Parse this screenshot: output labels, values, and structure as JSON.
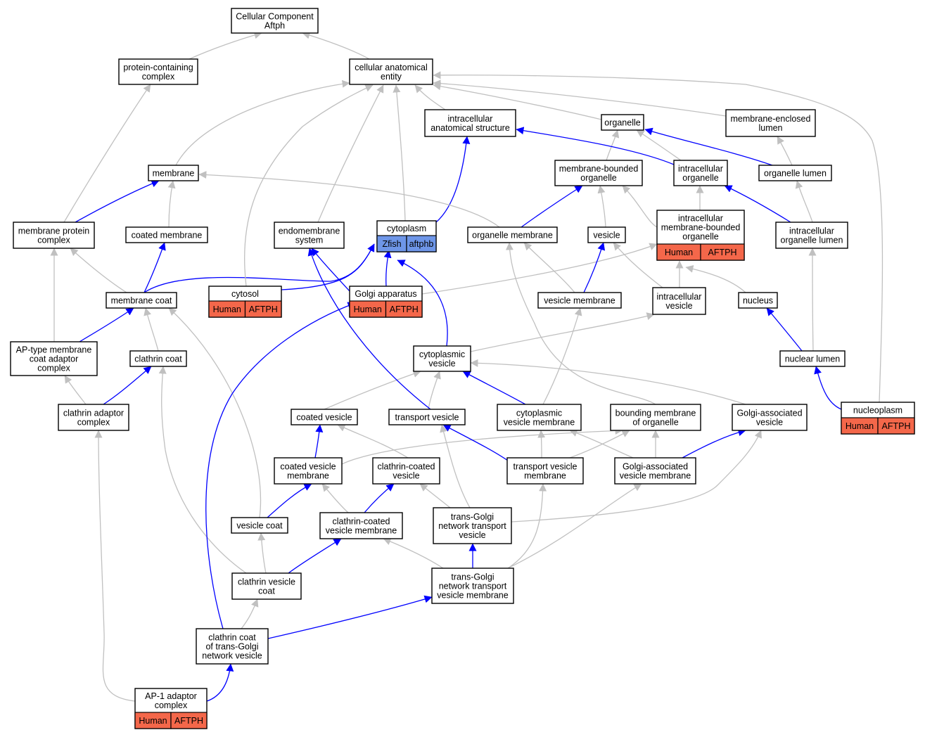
{
  "colors": {
    "is_a_edge": "#c0c0c0",
    "part_of_edge": "#0000ff",
    "human_cell": "#f4674a",
    "zfish_cell": "#6e96e8"
  },
  "nodes": {
    "cc": {
      "lines": [
        "Cellular Component",
        "Aftph"
      ]
    },
    "pcc": {
      "lines": [
        "protein-containing",
        "complex"
      ]
    },
    "cae": {
      "lines": [
        "cellular anatomical",
        "entity"
      ]
    },
    "ias": {
      "lines": [
        "intracellular",
        "anatomical structure"
      ]
    },
    "org": {
      "lines": [
        "organelle"
      ]
    },
    "mel": {
      "lines": [
        "membrane-enclosed",
        "lumen"
      ]
    },
    "mem": {
      "lines": [
        "membrane"
      ]
    },
    "mbo": {
      "lines": [
        "membrane-bounded",
        "organelle"
      ]
    },
    "io": {
      "lines": [
        "intracellular",
        "organelle"
      ]
    },
    "ol": {
      "lines": [
        "organelle lumen"
      ]
    },
    "mpc": {
      "lines": [
        "membrane protein",
        "complex"
      ]
    },
    "cm": {
      "lines": [
        "coated membrane"
      ]
    },
    "es": {
      "lines": [
        "endomembrane",
        "system"
      ]
    },
    "cyt": {
      "lines": [
        "cytoplasm"
      ],
      "cells": [
        "Zfish",
        "aftphb"
      ]
    },
    "om": {
      "lines": [
        "organelle membrane"
      ]
    },
    "ves": {
      "lines": [
        "vesicle"
      ]
    },
    "imbo": {
      "lines": [
        "intracellular",
        "membrane-bounded",
        "organelle"
      ],
      "cells": [
        "Human",
        "AFTPH"
      ]
    },
    "iol": {
      "lines": [
        "intracellular",
        "organelle lumen"
      ]
    },
    "mc": {
      "lines": [
        "membrane coat"
      ]
    },
    "cytosol": {
      "lines": [
        "cytosol"
      ],
      "cells": [
        "Human",
        "AFTPH"
      ]
    },
    "ga": {
      "lines": [
        "Golgi apparatus"
      ],
      "cells": [
        "Human",
        "AFTPH"
      ]
    },
    "vm": {
      "lines": [
        "vesicle membrane"
      ]
    },
    "iv": {
      "lines": [
        "intracellular",
        "vesicle"
      ]
    },
    "nuc": {
      "lines": [
        "nucleus"
      ]
    },
    "apt": {
      "lines": [
        "AP-type membrane",
        "coat adaptor",
        "complex"
      ]
    },
    "clc": {
      "lines": [
        "clathrin coat"
      ]
    },
    "cv": {
      "lines": [
        "cytoplasmic",
        "vesicle"
      ]
    },
    "nl": {
      "lines": [
        "nuclear lumen"
      ]
    },
    "cac": {
      "lines": [
        "clathrin adaptor",
        "complex"
      ]
    },
    "cov": {
      "lines": [
        "coated vesicle"
      ]
    },
    "tv": {
      "lines": [
        "transport vesicle"
      ]
    },
    "cvm": {
      "lines": [
        "cytoplasmic",
        "vesicle membrane"
      ]
    },
    "bmo": {
      "lines": [
        "bounding membrane",
        "of organelle"
      ]
    },
    "gav": {
      "lines": [
        "Golgi-associated",
        "vesicle"
      ]
    },
    "np": {
      "lines": [
        "nucleoplasm"
      ],
      "cells": [
        "Human",
        "AFTPH"
      ]
    },
    "covm": {
      "lines": [
        "coated vesicle",
        "membrane"
      ]
    },
    "ccv": {
      "lines": [
        "clathrin-coated",
        "vesicle"
      ]
    },
    "tvm": {
      "lines": [
        "transport vesicle",
        "membrane"
      ]
    },
    "gavm": {
      "lines": [
        "Golgi-associated",
        "vesicle membrane"
      ]
    },
    "vc": {
      "lines": [
        "vesicle coat"
      ]
    },
    "ccvm": {
      "lines": [
        "clathrin-coated",
        "vesicle membrane"
      ]
    },
    "tgntv": {
      "lines": [
        "trans-Golgi",
        "network transport",
        "vesicle"
      ]
    },
    "cvc": {
      "lines": [
        "clathrin vesicle",
        "coat"
      ]
    },
    "tgntvm": {
      "lines": [
        "trans-Golgi",
        "network transport",
        "vesicle membrane"
      ]
    },
    "cctgn": {
      "lines": [
        "clathrin coat",
        "of trans-Golgi",
        "network vesicle"
      ]
    },
    "ap1": {
      "lines": [
        "AP-1 adaptor",
        "complex"
      ],
      "cells": [
        "Human",
        "AFTPH"
      ]
    }
  },
  "edges": [
    {
      "from": "pcc",
      "to": "cc",
      "type": "is_a"
    },
    {
      "from": "cae",
      "to": "cc",
      "type": "is_a"
    },
    {
      "from": "ias",
      "to": "cae",
      "type": "is_a"
    },
    {
      "from": "org",
      "to": "cae",
      "type": "is_a"
    },
    {
      "from": "mel",
      "to": "cae",
      "type": "is_a"
    },
    {
      "from": "mem",
      "to": "cae",
      "type": "is_a"
    },
    {
      "from": "mbo",
      "to": "org",
      "type": "is_a"
    },
    {
      "from": "io",
      "to": "org",
      "type": "is_a"
    },
    {
      "from": "io",
      "to": "ias",
      "type": "part_of"
    },
    {
      "from": "ol",
      "to": "mel",
      "type": "is_a"
    },
    {
      "from": "ol",
      "to": "org",
      "type": "part_of"
    },
    {
      "from": "mpc",
      "to": "pcc",
      "type": "is_a"
    },
    {
      "from": "mpc",
      "to": "mem",
      "type": "part_of"
    },
    {
      "from": "cm",
      "to": "mem",
      "type": "is_a"
    },
    {
      "from": "es",
      "to": "cae",
      "type": "is_a"
    },
    {
      "from": "cyt",
      "to": "cae",
      "type": "is_a"
    },
    {
      "from": "cyt",
      "to": "ias",
      "type": "part_of"
    },
    {
      "from": "om",
      "to": "mem",
      "type": "is_a"
    },
    {
      "from": "om",
      "to": "mbo",
      "type": "part_of"
    },
    {
      "from": "ves",
      "to": "mbo",
      "type": "is_a"
    },
    {
      "from": "imbo",
      "to": "mbo",
      "type": "is_a"
    },
    {
      "from": "imbo",
      "to": "io",
      "type": "is_a"
    },
    {
      "from": "iol",
      "to": "ol",
      "type": "is_a"
    },
    {
      "from": "iol",
      "to": "io",
      "type": "part_of"
    },
    {
      "from": "mc",
      "to": "mpc",
      "type": "is_a"
    },
    {
      "from": "mc",
      "to": "cm",
      "type": "part_of"
    },
    {
      "from": "mc",
      "to": "cyt",
      "type": "part_of"
    },
    {
      "from": "cytosol",
      "to": "cae",
      "type": "is_a"
    },
    {
      "from": "cytosol",
      "to": "cyt",
      "type": "part_of"
    },
    {
      "from": "ga",
      "to": "es",
      "type": "part_of"
    },
    {
      "from": "ga",
      "to": "cyt",
      "type": "part_of"
    },
    {
      "from": "ga",
      "to": "imbo",
      "type": "is_a"
    },
    {
      "from": "vm",
      "to": "om",
      "type": "is_a"
    },
    {
      "from": "vm",
      "to": "ves",
      "type": "part_of"
    },
    {
      "from": "iv",
      "to": "ves",
      "type": "is_a"
    },
    {
      "from": "iv",
      "to": "imbo",
      "type": "is_a"
    },
    {
      "from": "nuc",
      "to": "imbo",
      "type": "is_a"
    },
    {
      "from": "apt",
      "to": "mpc",
      "type": "is_a"
    },
    {
      "from": "apt",
      "to": "mc",
      "type": "part_of"
    },
    {
      "from": "clc",
      "to": "mc",
      "type": "is_a"
    },
    {
      "from": "cv",
      "to": "iv",
      "type": "is_a"
    },
    {
      "from": "cv",
      "to": "cyt",
      "type": "part_of"
    },
    {
      "from": "nl",
      "to": "iol",
      "type": "is_a"
    },
    {
      "from": "nl",
      "to": "nuc",
      "type": "part_of"
    },
    {
      "from": "cac",
      "to": "apt",
      "type": "is_a"
    },
    {
      "from": "cac",
      "to": "clc",
      "type": "part_of"
    },
    {
      "from": "cov",
      "to": "cv",
      "type": "is_a"
    },
    {
      "from": "tv",
      "to": "cv",
      "type": "is_a"
    },
    {
      "from": "tv",
      "to": "es",
      "type": "part_of"
    },
    {
      "from": "cvm",
      "to": "vm",
      "type": "is_a"
    },
    {
      "from": "cvm",
      "to": "cv",
      "type": "part_of"
    },
    {
      "from": "bmo",
      "to": "om",
      "type": "is_a"
    },
    {
      "from": "gav",
      "to": "cv",
      "type": "is_a"
    },
    {
      "from": "np",
      "to": "cae",
      "type": "is_a"
    },
    {
      "from": "np",
      "to": "nl",
      "type": "part_of"
    },
    {
      "from": "covm",
      "to": "cov",
      "type": "part_of"
    },
    {
      "from": "covm",
      "to": "bmo",
      "type": "is_a"
    },
    {
      "from": "ccv",
      "to": "cov",
      "type": "is_a"
    },
    {
      "from": "tvm",
      "to": "cvm",
      "type": "is_a"
    },
    {
      "from": "tvm",
      "to": "tv",
      "type": "part_of"
    },
    {
      "from": "tvm",
      "to": "bmo",
      "type": "is_a"
    },
    {
      "from": "gavm",
      "to": "gav",
      "type": "part_of"
    },
    {
      "from": "gavm",
      "to": "cvm",
      "type": "is_a"
    },
    {
      "from": "gavm",
      "to": "bmo",
      "type": "is_a"
    },
    {
      "from": "vc",
      "to": "mc",
      "type": "is_a"
    },
    {
      "from": "vc",
      "to": "covm",
      "type": "part_of"
    },
    {
      "from": "ccvm",
      "to": "covm",
      "type": "is_a"
    },
    {
      "from": "ccvm",
      "to": "ccv",
      "type": "part_of"
    },
    {
      "from": "tgntv",
      "to": "ccv",
      "type": "is_a"
    },
    {
      "from": "tgntv",
      "to": "tv",
      "type": "is_a"
    },
    {
      "from": "tgntv",
      "to": "gav",
      "type": "is_a"
    },
    {
      "from": "cvc",
      "to": "vc",
      "type": "is_a"
    },
    {
      "from": "cvc",
      "to": "clc",
      "type": "is_a"
    },
    {
      "from": "cvc",
      "to": "ccvm",
      "type": "part_of"
    },
    {
      "from": "tgntvm",
      "to": "ccvm",
      "type": "is_a"
    },
    {
      "from": "tgntvm",
      "to": "tgntv",
      "type": "part_of"
    },
    {
      "from": "tgntvm",
      "to": "tvm",
      "type": "is_a"
    },
    {
      "from": "tgntvm",
      "to": "gavm",
      "type": "is_a"
    },
    {
      "from": "cctgn",
      "to": "cvc",
      "type": "is_a"
    },
    {
      "from": "cctgn",
      "to": "tgntvm",
      "type": "part_of"
    },
    {
      "from": "cctgn",
      "to": "ga",
      "type": "part_of"
    },
    {
      "from": "ap1",
      "to": "cac",
      "type": "is_a"
    },
    {
      "from": "ap1",
      "to": "cctgn",
      "type": "part_of"
    }
  ]
}
